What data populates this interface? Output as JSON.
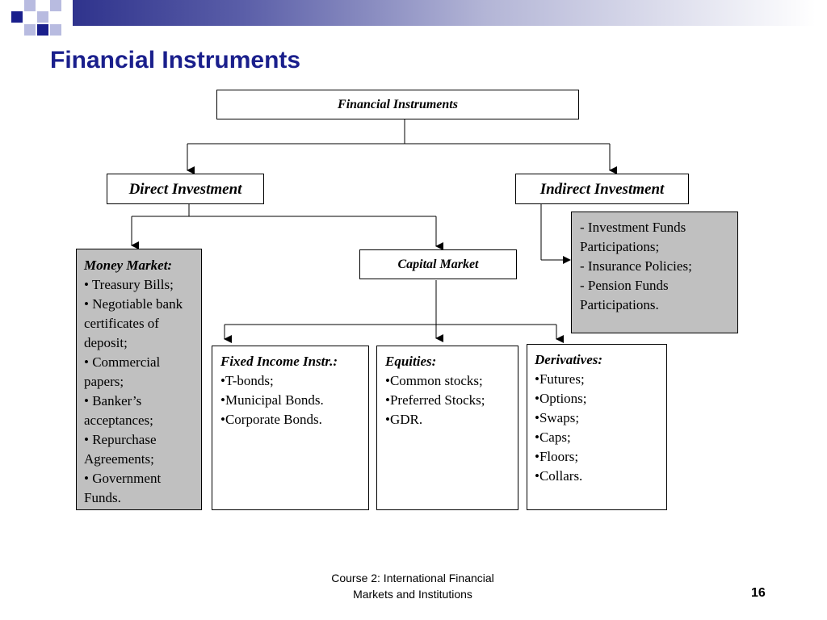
{
  "slide": {
    "title": "Financial Instruments",
    "accent_color": "#1a1f8c"
  },
  "diagram": {
    "root": "Financial Instruments",
    "direct": "Direct Investment",
    "indirect": "Indirect Investment",
    "capital_market": "Capital Market",
    "money_market": {
      "title": "Money Market:",
      "items": [
        "• Treasury Bills;",
        "• Negotiable bank certificates of deposit;",
        "• Commercial papers;",
        "• Banker’s acceptances;",
        "• Repurchase Agreements;",
        "• Government Funds."
      ]
    },
    "indirect_items": [
      "- Investment Funds Participations;",
      "- Insurance Policies;",
      "- Pension Funds Participations."
    ],
    "fixed_income": {
      "title": "Fixed Income Instr.:",
      "items": [
        "•T-bonds;",
        "•Municipal Bonds.",
        "•Corporate Bonds."
      ]
    },
    "equities": {
      "title": "Equities:",
      "items": [
        "•Common stocks;",
        "•Preferred Stocks;",
        "•GDR."
      ]
    },
    "derivatives": {
      "title": "Derivatives:",
      "items": [
        "•Futures;",
        "•Options;",
        "•Swaps;",
        "•Caps;",
        "•Floors;",
        "•Collars."
      ]
    }
  },
  "footer": {
    "course_line1": "Course 2: International Financial",
    "course_line2": "Markets and Institutions",
    "page_number": "16"
  }
}
